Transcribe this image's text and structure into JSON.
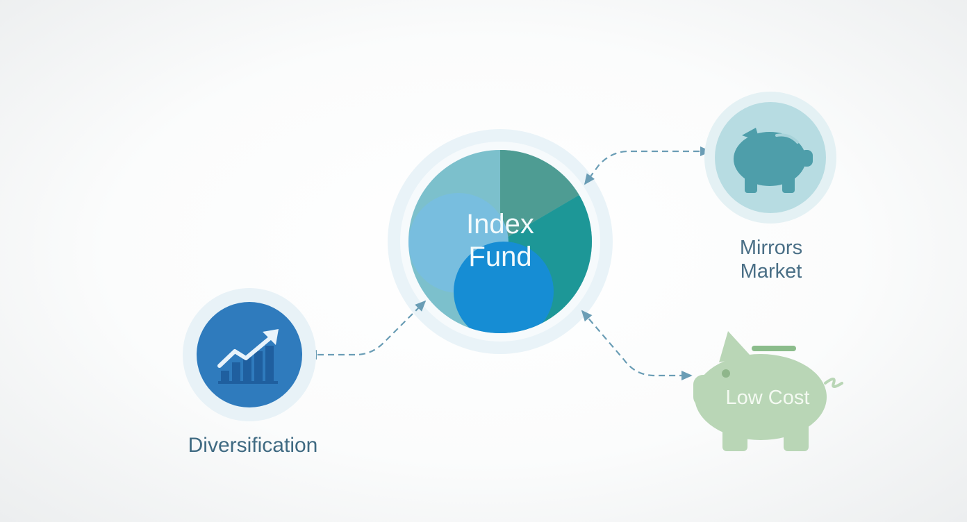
{
  "diagram": {
    "center": {
      "line1": "Index",
      "line2": "Fund"
    },
    "nodes": {
      "mirrors_market": {
        "line1": "Mirrors",
        "line2": "Market",
        "icon": "piggy-bank-icon"
      },
      "diversification": {
        "label": "Diversification",
        "icon": "chart-growth-icon"
      },
      "low_cost": {
        "label": "Low Cost",
        "icon": "piggy-bank-icon"
      }
    },
    "colors": {
      "center_teal": "#1e9a9a",
      "center_blue": "#1a8cd6",
      "connector": "#6a9db5",
      "diversification_blue": "#2f7bbd",
      "mirrors_teal": "#4e9eaa",
      "low_cost_green": "#b9d6b6"
    }
  }
}
